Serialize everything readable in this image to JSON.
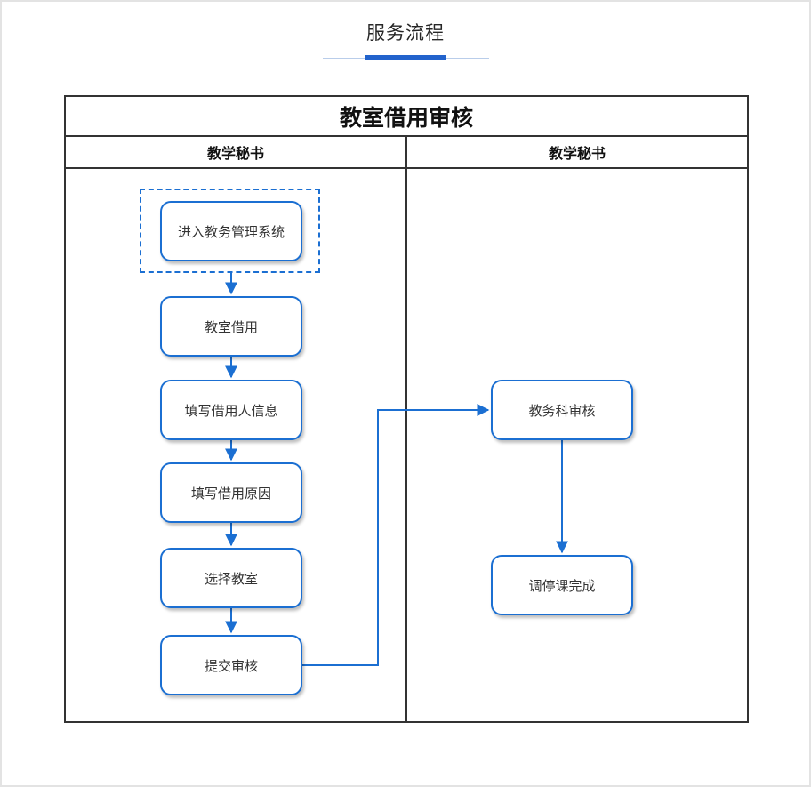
{
  "header": {
    "title": "服务流程"
  },
  "flow": {
    "title": "教室借用审核",
    "lanes": [
      {
        "label": "教学秘书"
      },
      {
        "label": "教学秘书"
      }
    ],
    "left_nodes": [
      {
        "label": "进入教务管理系统",
        "selected": true
      },
      {
        "label": "教室借用"
      },
      {
        "label": "填写借用人信息"
      },
      {
        "label": "填写借用原因"
      },
      {
        "label": "选择教室"
      },
      {
        "label": "提交审核"
      }
    ],
    "right_nodes": [
      {
        "label": "教务科审核"
      },
      {
        "label": "调停课完成"
      }
    ]
  },
  "colors": {
    "accent_blue": "#1b6fd2",
    "underline_bar": "#2263cc",
    "underline_thin_line": "#b9cdea",
    "table_border": "#333333",
    "node_text": "#333333",
    "page_border": "#e3e3e3"
  }
}
